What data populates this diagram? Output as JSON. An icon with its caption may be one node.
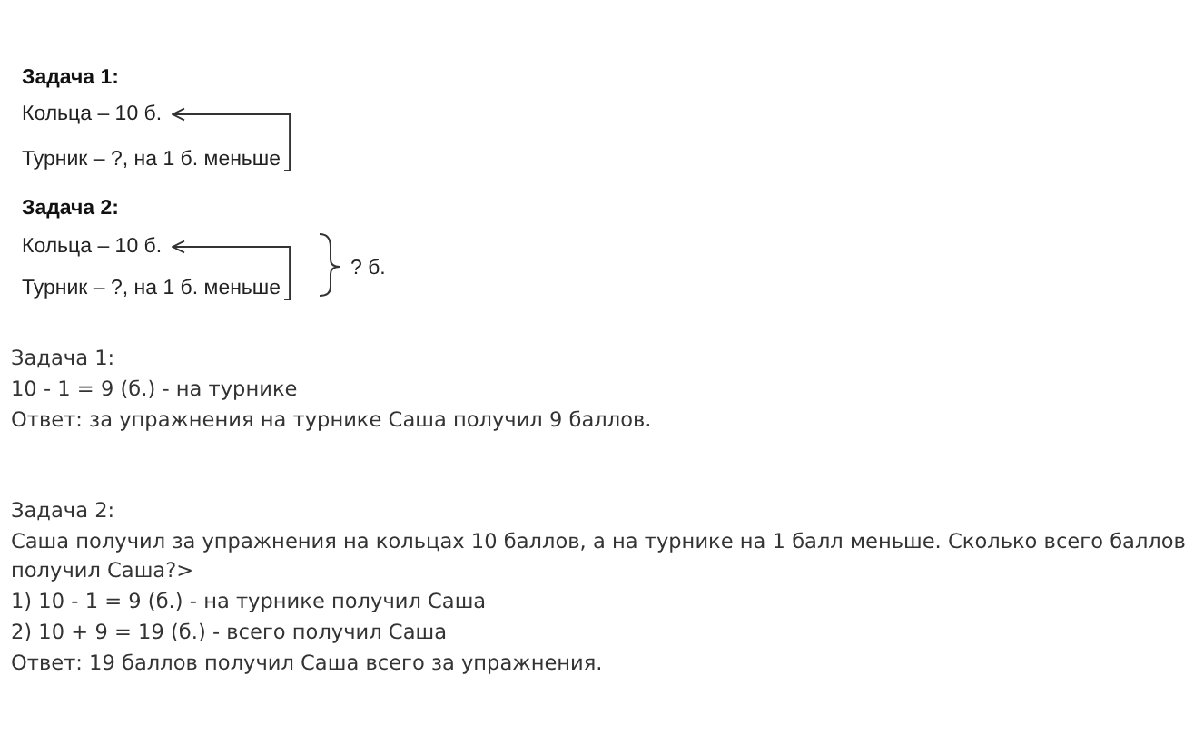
{
  "diagram": {
    "nodes": [
      {
        "text": [
          "Кольца – 10 б."
        ]
      },
      {
        "text": [
          "Турник – ?, на 1 б. меньше"
        ]
      },
      {
        "text": [
          "Кольца – 10 б."
        ]
      },
      {
        "text": [
          "Турник – ?, на 1 б. меньше"
        ]
      }
    ],
    "edges": [
      {
        "from": 1,
        "to": 0,
        "arrow": "to"
      },
      {
        "from": 3,
        "to": 2,
        "arrow": "to"
      }
    ],
    "labels": [
      "Задача 1:",
      "Задача 2:",
      "? б.",
      "Задача 1:",
      "10 - 1 = 9 (б.) - на турнике",
      "Ответ: за упражнения на турнике Саша получил 9 баллов.",
      "Задача 2:",
      "Саша получил за упражнения на кольцах 10 баллов, а на турнике на 1 балл меньше. Сколько всего баллов получил Саша?>",
      "1) 10 - 1 = 9 (б.) - на турнике получил Саша",
      "2) 10 + 9 = 19 (б.) - всего получил Саша",
      "Ответ: 19 баллов получил Саша всего за упражнения."
    ]
  }
}
